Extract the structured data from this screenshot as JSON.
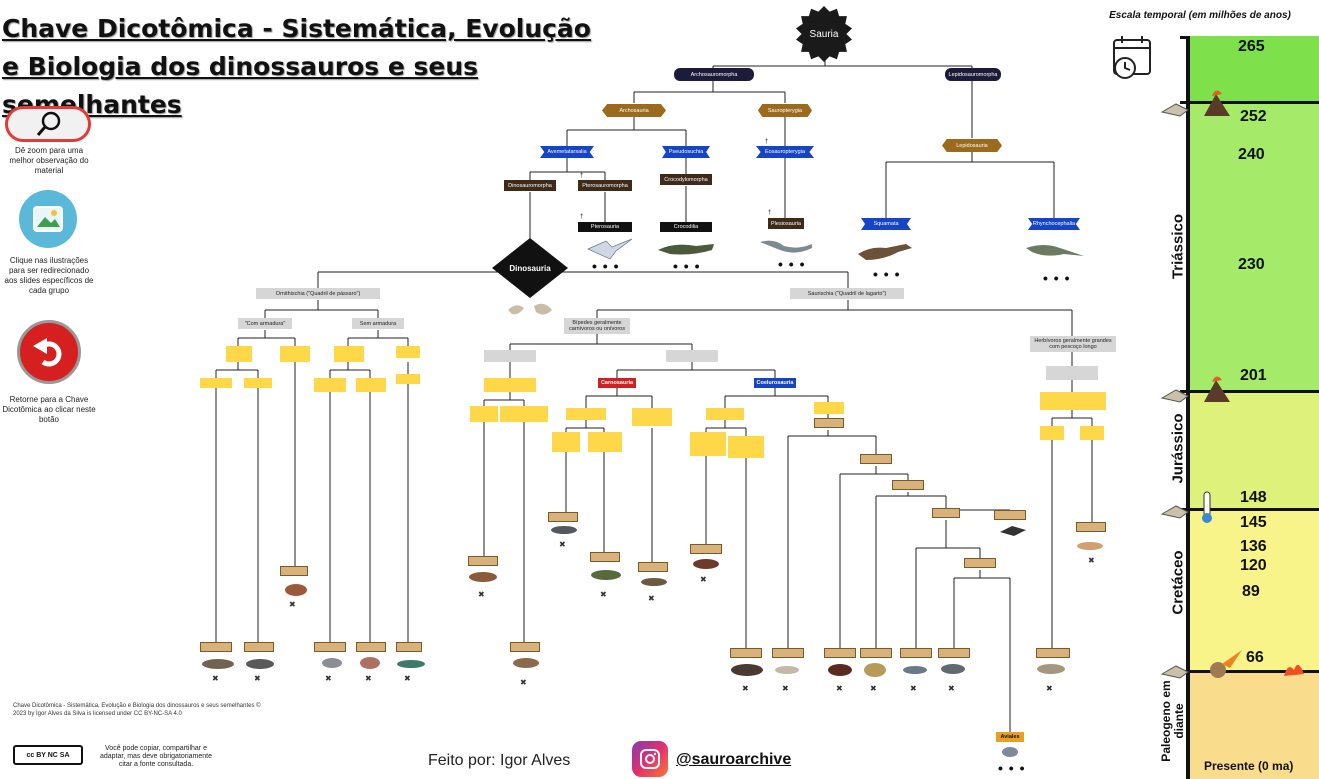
{
  "title": "Chave Dicotômica - Sistemática, Evolução e Biologia dos dinossauros e seus semelhantes",
  "left_panel": {
    "zoom_text": "Dê zoom para uma melhor observação do material",
    "image_text": "Clique nas ilustrações para ser redirecionado aos slides específicos de cada grupo",
    "return_text": "Retorne para a Chave Dicotômica ao clicar neste botão"
  },
  "license": {
    "text": "Chave Dicotômica - Sistemática, Evolução e Biologia dos dinossauros e seus semelhantes © 2023 by Igor Alves da Silva is licensed under CC BY-NC-SA 4.0",
    "note": "Você pode copiar, compartilhar e adaptar, mas deve obrigatoriamente citar a fonte consultada.",
    "badge": "cc BY NC SA"
  },
  "footer": {
    "made_by": "Feito por: Igor Alves",
    "handle": "@sauroarchive"
  },
  "tree": {
    "root": "Sauria",
    "l1": [
      "Archosauromorpha",
      "Lepidosauromorpha"
    ],
    "l2": [
      "Archosauria",
      "Sauropterygia",
      "Lepidosauria"
    ],
    "l3": [
      "Avemetatarsalia",
      "Pseudosuchia",
      "Eosauropterygia",
      "Squamata",
      "Rhynchocephalia"
    ],
    "l4": [
      "Dinosauromorpha",
      "Pterosauromorpha",
      "Crocodylomorpha",
      "Plesiosauria"
    ],
    "l5": [
      "Pterosauria",
      "Crocodilia"
    ],
    "dinosauria": "Dinosauria",
    "ornithischia": "Ornithischia (\"Quadril de pássaro\")",
    "saurischia": "Saurischia (\"Quadril de lagarto\")",
    "com_armadura": "\"Com armadura\"",
    "sem_armadura": "Sem armadura",
    "bipedes": "Bípedes geralmente carnívoros ou onívoros",
    "herbivoros": "Herbívoros geralmente grandes com pescoço longo",
    "carnosauria": "Carnosauria",
    "coelurosauria": "Coelurosauria",
    "aviales": "Aviales",
    "dots": "• • •"
  },
  "timeline": {
    "header": "Escala temporal (em milhões de anos)",
    "numbers": [
      "265",
      "252",
      "240",
      "230",
      "201",
      "148",
      "145",
      "136",
      "120",
      "89",
      "66"
    ],
    "periods": [
      "Triássico",
      "Jurássico",
      "Cretáceo",
      "Paleogeno em diante"
    ],
    "present": "Presente (0 ma)",
    "colors": {
      "permian": "#7ee04a",
      "triassic": "#a6ea6a",
      "jurassic": "#def17a",
      "cretaceous": "#f8f48a",
      "paleogene": "#f9dc8c"
    }
  }
}
